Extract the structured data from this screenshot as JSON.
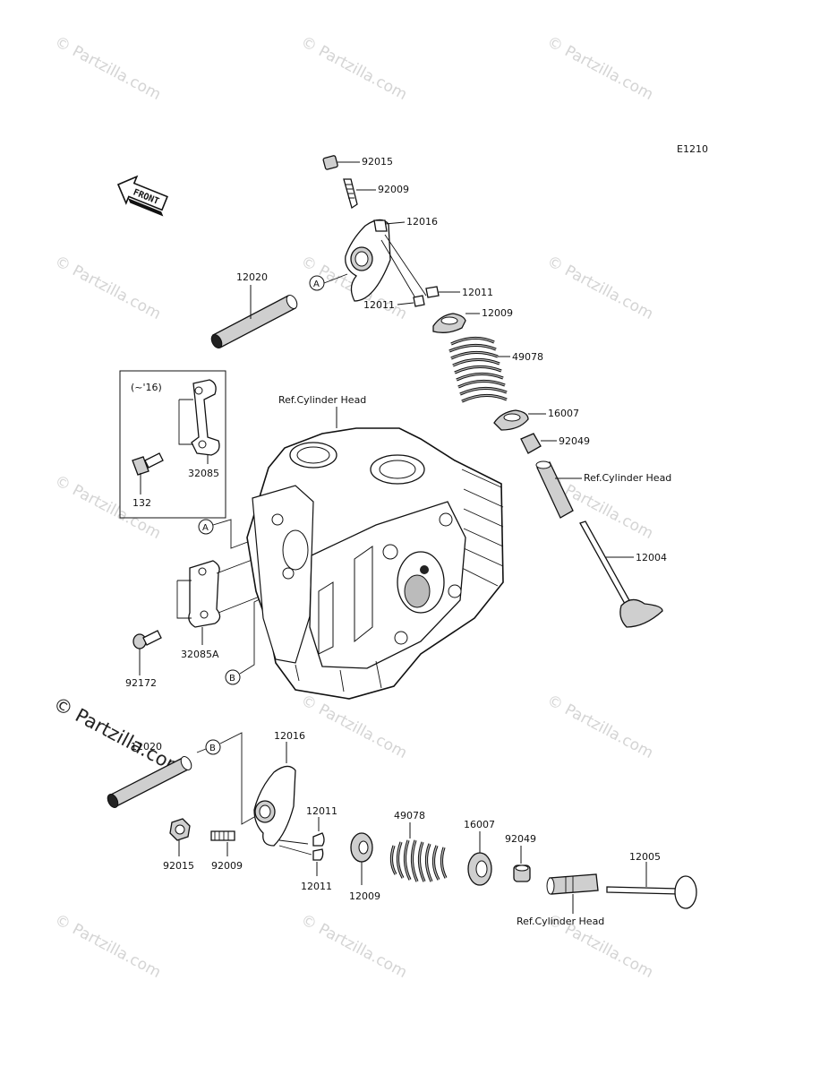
{
  "diagram_code": "E1210",
  "front_label": "FRONT",
  "ref_label": "Ref.Cylinder Head",
  "inset_label": "(~'16)",
  "markers": [
    "A",
    "B"
  ],
  "watermark": {
    "tile_text": "Partzilla.com",
    "big_text": "Partzilla.com",
    "copyright_symbol": "©"
  },
  "labels_top": {
    "p92015": "92015",
    "p92009": "92009",
    "p12016": "12016",
    "p12011a": "12011",
    "p12011b": "12011",
    "p12009": "12009",
    "p12020": "12020",
    "p49078": "49078",
    "p16007": "16007",
    "p92049": "92049",
    "p12004": "12004",
    "p132": "132",
    "p32085": "32085",
    "p32085A": "32085A",
    "p92172": "92172"
  },
  "labels_bottom": {
    "p12020": "12020",
    "p12016": "12016",
    "p12011a": "12011",
    "p12011b": "12011",
    "p49078": "49078",
    "p16007": "16007",
    "p92049": "92049",
    "p12005": "12005",
    "p92015": "92015",
    "p92009": "92009",
    "p12009": "12009"
  }
}
